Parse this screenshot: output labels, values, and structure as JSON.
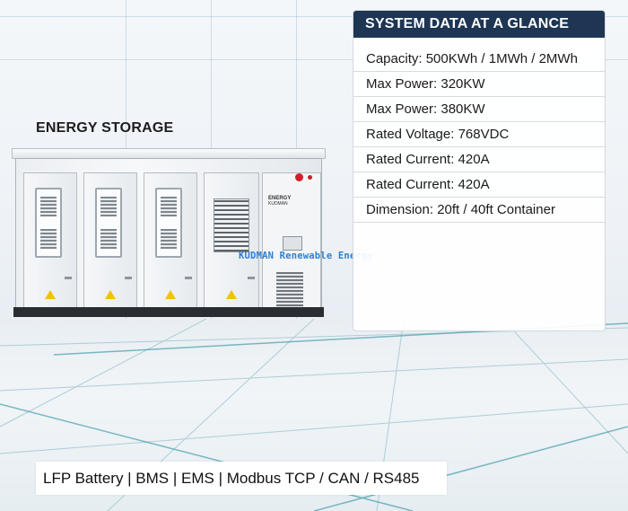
{
  "product": {
    "title": "ENERGY STORAGE",
    "brand_plate_line1": "ENERGY",
    "brand_plate_line2": "KUDMAN",
    "watermark": "KUDMAN Renewable Energy"
  },
  "data_panel": {
    "header": "SYSTEM DATA AT A GLANCE",
    "rows": [
      "Capacity: 500KWh / 1MWh / 2MWh",
      "Max Power: 320KW",
      "Max Power: 380KW",
      "Rated Voltage: 768VDC",
      "Rated Current: 420A",
      "Rated Current: 420A",
      "Dimension: 20ft / 40ft Container"
    ]
  },
  "bottom_bar": {
    "text": "LFP Battery | BMS | EMS | Modbus TCP / CAN / RS485"
  },
  "colors": {
    "header_bg": "#1e3554",
    "watermark": "#2f7fd1",
    "warning": "#f2c200",
    "emergency_stop": "#d31e25"
  }
}
